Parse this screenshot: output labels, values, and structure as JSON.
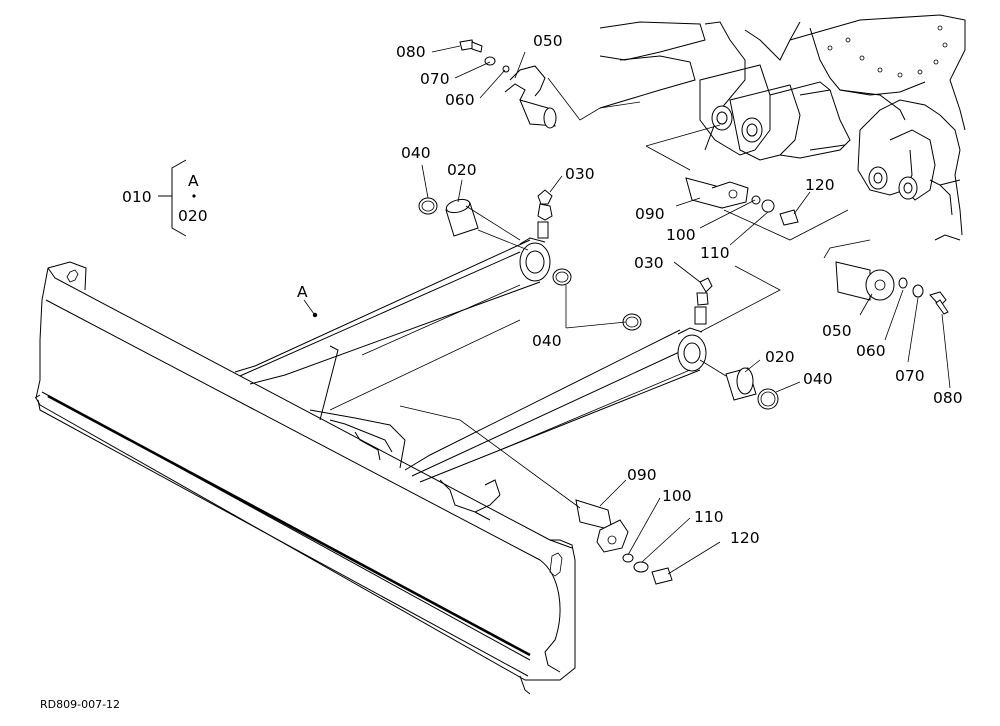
{
  "callouts": [
    {
      "id": "c080a",
      "text": "080"
    },
    {
      "id": "c070a",
      "text": "070"
    },
    {
      "id": "c060a",
      "text": "060"
    },
    {
      "id": "c050a",
      "text": "050"
    },
    {
      "id": "c040a",
      "text": "040"
    },
    {
      "id": "c020a",
      "text": "020"
    },
    {
      "id": "c030a",
      "text": "030"
    },
    {
      "id": "c010",
      "text": "010"
    },
    {
      "id": "c020b",
      "text": "020"
    },
    {
      "id": "cAsub",
      "text": "A"
    },
    {
      "id": "cA",
      "text": "A"
    },
    {
      "id": "c120a",
      "text": "120"
    },
    {
      "id": "c090a",
      "text": "090"
    },
    {
      "id": "c100a",
      "text": "100"
    },
    {
      "id": "c110a",
      "text": "110"
    },
    {
      "id": "c030b",
      "text": "030"
    },
    {
      "id": "c040b",
      "text": "040"
    },
    {
      "id": "c050b",
      "text": "050"
    },
    {
      "id": "c060b",
      "text": "060"
    },
    {
      "id": "c070b",
      "text": "070"
    },
    {
      "id": "c080b",
      "text": "080"
    },
    {
      "id": "c020c",
      "text": "020"
    },
    {
      "id": "c040c",
      "text": "040"
    },
    {
      "id": "c090b",
      "text": "090"
    },
    {
      "id": "c100b",
      "text": "100"
    },
    {
      "id": "c110b",
      "text": "110"
    },
    {
      "id": "c120b",
      "text": "120"
    }
  ],
  "reference": "RD809-007-12"
}
